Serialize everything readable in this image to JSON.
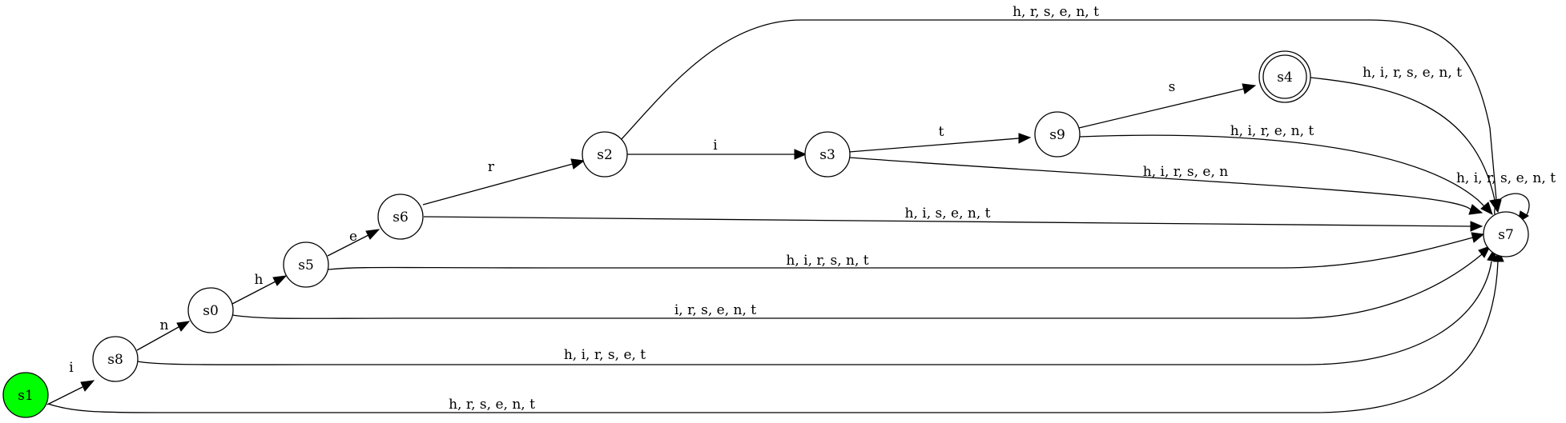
{
  "diagram": {
    "type": "finite-state-automaton",
    "colors": {
      "start_fill": "#00ff00",
      "node_fill": "#ffffff",
      "stroke": "#000000"
    },
    "nodes": [
      {
        "id": "s1",
        "label": "s1",
        "start": true
      },
      {
        "id": "s8",
        "label": "s8"
      },
      {
        "id": "s0",
        "label": "s0"
      },
      {
        "id": "s5",
        "label": "s5"
      },
      {
        "id": "s6",
        "label": "s6"
      },
      {
        "id": "s2",
        "label": "s2"
      },
      {
        "id": "s3",
        "label": "s3"
      },
      {
        "id": "s9",
        "label": "s9"
      },
      {
        "id": "s4",
        "label": "s4",
        "accepting": true
      },
      {
        "id": "s7",
        "label": "s7"
      }
    ],
    "edges": [
      {
        "id": "e-s1-s8",
        "from": "s1",
        "to": "s8",
        "label": "i"
      },
      {
        "id": "e-s8-s0",
        "from": "s8",
        "to": "s0",
        "label": "n"
      },
      {
        "id": "e-s0-s5",
        "from": "s0",
        "to": "s5",
        "label": "h"
      },
      {
        "id": "e-s5-s6",
        "from": "s5",
        "to": "s6",
        "label": "e"
      },
      {
        "id": "e-s6-s2",
        "from": "s6",
        "to": "s2",
        "label": "r"
      },
      {
        "id": "e-s2-s3",
        "from": "s2",
        "to": "s3",
        "label": "i"
      },
      {
        "id": "e-s3-s9",
        "from": "s3",
        "to": "s9",
        "label": "t"
      },
      {
        "id": "e-s9-s4",
        "from": "s9",
        "to": "s4",
        "label": "s"
      },
      {
        "id": "e-s2-s7",
        "from": "s2",
        "to": "s7",
        "label": "h, r, s, e, n, t"
      },
      {
        "id": "e-s4-s7",
        "from": "s4",
        "to": "s7",
        "label": "h, i, r, s, e, n, t"
      },
      {
        "id": "e-s9-s7",
        "from": "s9",
        "to": "s7",
        "label": "h, i, r, e, n, t"
      },
      {
        "id": "e-s3-s7",
        "from": "s3",
        "to": "s7",
        "label": "h, i, r, s, e, n"
      },
      {
        "id": "e-s7-s7",
        "from": "s7",
        "to": "s7",
        "label": "h, i, r, s, e, n, t"
      },
      {
        "id": "e-s6-s7",
        "from": "s6",
        "to": "s7",
        "label": "h, i, s, e, n, t"
      },
      {
        "id": "e-s5-s7",
        "from": "s5",
        "to": "s7",
        "label": "h, i, r, s, n, t"
      },
      {
        "id": "e-s0-s7",
        "from": "s0",
        "to": "s7",
        "label": "i, r, s, e, n, t"
      },
      {
        "id": "e-s8-s7",
        "from": "s8",
        "to": "s7",
        "label": "h, i, r, s, e, t"
      },
      {
        "id": "e-s1-s7",
        "from": "s1",
        "to": "s7",
        "label": "h, r, s, e, n, t"
      }
    ]
  }
}
